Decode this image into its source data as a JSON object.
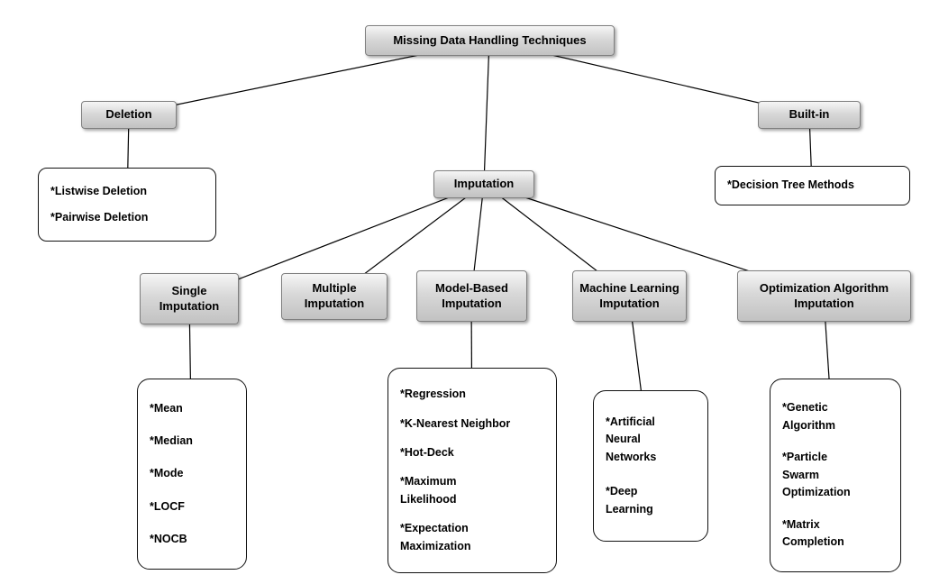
{
  "title": "Missing Data Handling Techniques",
  "nodes": {
    "root": {
      "label": "Missing Data Handling Techniques"
    },
    "deletion": {
      "label": "Deletion"
    },
    "imputation": {
      "label": "Imputation"
    },
    "builtin": {
      "label": "Built-in"
    },
    "single": {
      "label": "Single\nImputation"
    },
    "multiple": {
      "label": "Multiple\nImputation"
    },
    "model_based": {
      "label": "Model-Based\nImputation"
    },
    "machine_learning": {
      "label": "Machine Learning\nImputation"
    },
    "optimization": {
      "label": "Optimization Algorithm\nImputation"
    }
  },
  "leaves": {
    "deletion": {
      "items": [
        "*Listwise Deletion",
        "*Pairwise Deletion"
      ]
    },
    "builtin": {
      "items": [
        "*Decision Tree Methods"
      ]
    },
    "single": {
      "items": [
        "*Mean",
        "*Median",
        "*Mode",
        "*LOCF",
        "*NOCB"
      ]
    },
    "model_based": {
      "items": [
        "*Regression",
        "*K-Nearest Neighbor",
        "*Hot-Deck",
        "*Maximum\nLikelihood",
        "*Expectation\nMaximization"
      ]
    },
    "machine_learning": {
      "items": [
        "*Artificial\nNeural\nNetworks",
        "*Deep\nLearning"
      ]
    },
    "optimization": {
      "items": [
        "*Genetic\nAlgorithm",
        "*Particle\nSwarm\nOptimization",
        "*Matrix\nCompletion"
      ]
    }
  },
  "colors": {
    "node_fill_top": "#f6f6f6",
    "node_fill_bottom": "#c2c2c2",
    "node_border": "#7f7f7f",
    "leaf_border": "#111111",
    "connector_line": "#000000",
    "background": "#ffffff"
  }
}
